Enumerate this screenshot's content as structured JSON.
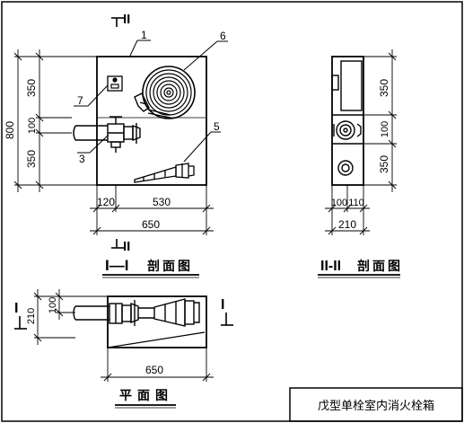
{
  "section_marks": {
    "sec2_top": "II",
    "sec2_bottom": "II",
    "sec1_left": "I",
    "sec1_right": "I"
  },
  "callouts": [
    "1",
    "6",
    "7",
    "3",
    "5"
  ],
  "front": {
    "height_total": "800",
    "height_top": "350",
    "height_mid": "100",
    "height_bottom": "350",
    "width_left": "120",
    "width_right": "530",
    "width_total": "650"
  },
  "side": {
    "height_top": "350",
    "height_mid": "100",
    "height_bottom": "350",
    "width_a": "100",
    "width_b": "110",
    "width_total": "210"
  },
  "plan": {
    "depth_total": "210",
    "depth_pipe": "100",
    "width_total": "650"
  },
  "captions": {
    "sec1_roman": "I—I",
    "sec1_text": "剖面图",
    "sec2_roman": "II-II",
    "sec2_text": "剖面图",
    "plan_text": "平面图"
  },
  "title_block": {
    "title": "戊型单栓室内消火栓箱"
  }
}
